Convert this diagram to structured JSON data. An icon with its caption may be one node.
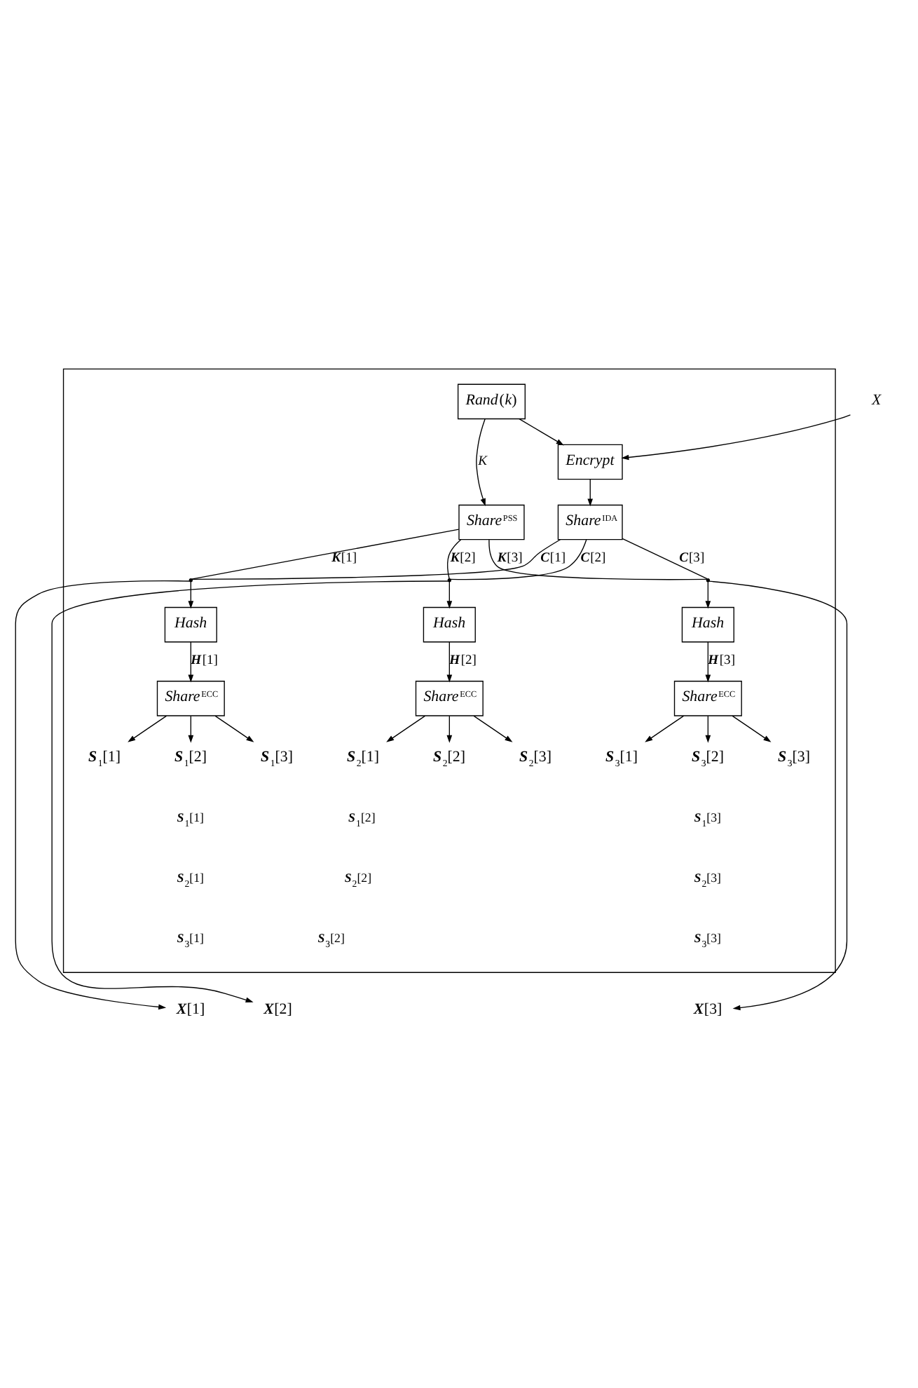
{
  "diagram": {
    "nodes": [
      {
        "text": [
          "*X*"
        ]
      },
      {
        "text": [],
        "shape": "box"
      },
      {
        "text": [
          "*Rand*(*k*)"
        ],
        "in": 1
      },
      {
        "text": [
          "*Encrypt*"
        ],
        "in": 1
      },
      {
        "text": [
          "*Share*$^{PSS}$"
        ],
        "in": 1
      },
      {
        "text": [
          "*Share*$^{IDA}$"
        ],
        "in": 1
      },
      {
        "text": [],
        "shape": "point",
        "in": 1
      },
      {
        "text": [],
        "shape": "point",
        "in": 1
      },
      {
        "text": [],
        "shape": "point",
        "in": 1
      },
      {
        "text": [
          "*Hash*"
        ],
        "in": 1
      },
      {
        "text": [
          "*Hash*"
        ],
        "in": 1
      },
      {
        "text": [
          "*Hash*"
        ],
        "in": 1
      },
      {
        "text": [
          "*Share*$^{ECC}$"
        ],
        "in": 1
      },
      {
        "text": [
          "*Share*$^{ECC}$"
        ],
        "in": 1
      },
      {
        "text": [
          "*Share*$^{ECC}$"
        ],
        "in": 1
      },
      {
        "text": [
          "**S**$_{1}$[1]"
        ],
        "in": 1
      },
      {
        "text": [
          "**S**$_{1}$[2]"
        ],
        "in": 1
      },
      {
        "text": [
          "**S**$_{1}$[3]"
        ],
        "in": 1
      },
      {
        "text": [
          "**S**$_{2}$[1]"
        ],
        "in": 1
      },
      {
        "text": [
          "**S**$_{2}$[2]"
        ],
        "in": 1
      },
      {
        "text": [
          "**S**$_{2}$[3]"
        ],
        "in": 1
      },
      {
        "text": [
          "**S**$_{3}$[1]"
        ],
        "in": 1
      },
      {
        "text": [
          "**S**$_{3}$[2]"
        ],
        "in": 1
      },
      {
        "text": [
          "**S**$_{3}$[3]"
        ],
        "in": 1
      },
      {
        "text": [
          "**X**[1]"
        ]
      },
      {
        "text": [
          "**X**[2]"
        ]
      },
      {
        "text": [
          "**X**[3]"
        ]
      }
    ],
    "edges": [
      {
        "from": 0,
        "to": 3,
        "arrow": "to"
      },
      {
        "from": 2,
        "to": 4,
        "arrow": "to",
        "label": "*K*"
      },
      {
        "from": 2,
        "to": 3,
        "arrow": "to"
      },
      {
        "from": 3,
        "to": 5,
        "arrow": "to"
      },
      {
        "from": 4,
        "to": 6,
        "arrow": "none",
        "label": "**K**[1]"
      },
      {
        "from": 4,
        "to": 7,
        "arrow": "none",
        "label": "**K**[2]"
      },
      {
        "from": 4,
        "to": 8,
        "arrow": "none",
        "label": "**K**[3]"
      },
      {
        "from": 5,
        "to": 6,
        "arrow": "none",
        "label": "**C**[1]"
      },
      {
        "from": 5,
        "to": 7,
        "arrow": "none",
        "label": "**C**[2]"
      },
      {
        "from": 5,
        "to": 8,
        "arrow": "none",
        "label": "**C**[3]"
      },
      {
        "from": 6,
        "to": 9,
        "arrow": "to"
      },
      {
        "from": 7,
        "to": 10,
        "arrow": "to"
      },
      {
        "from": 8,
        "to": 11,
        "arrow": "to"
      },
      {
        "from": 9,
        "to": 12,
        "arrow": "to",
        "label": "**H**[1]"
      },
      {
        "from": 10,
        "to": 13,
        "arrow": "to",
        "label": "**H**[2]"
      },
      {
        "from": 11,
        "to": 14,
        "arrow": "to",
        "label": "**H**[3]"
      },
      {
        "from": 12,
        "to": 15,
        "arrow": "to"
      },
      {
        "from": 12,
        "to": 16,
        "arrow": "to"
      },
      {
        "from": 12,
        "to": 17,
        "arrow": "to"
      },
      {
        "from": 13,
        "to": 18,
        "arrow": "to"
      },
      {
        "from": 13,
        "to": 19,
        "arrow": "to"
      },
      {
        "from": 13,
        "to": 20,
        "arrow": "to"
      },
      {
        "from": 14,
        "to": 21,
        "arrow": "to"
      },
      {
        "from": 14,
        "to": 22,
        "arrow": "to"
      },
      {
        "from": 14,
        "to": 23,
        "arrow": "to"
      },
      {
        "from": 6,
        "to": 24,
        "arrow": "to"
      },
      {
        "from": 7,
        "to": 25,
        "arrow": "to"
      },
      {
        "from": 8,
        "to": 26,
        "arrow": "to"
      }
    ],
    "labels": [
      "**S**$_{1}$[1]",
      "**S**$_{1}$[2]",
      "**S**$_{1}$[3]",
      "**S**$_{2}$[1]",
      "**S**$_{2}$[2]",
      "**S**$_{2}$[3]",
      "**S**$_{3}$[1]",
      "**S**$_{3}$[2]",
      "**S**$_{3}$[3]"
    ]
  }
}
